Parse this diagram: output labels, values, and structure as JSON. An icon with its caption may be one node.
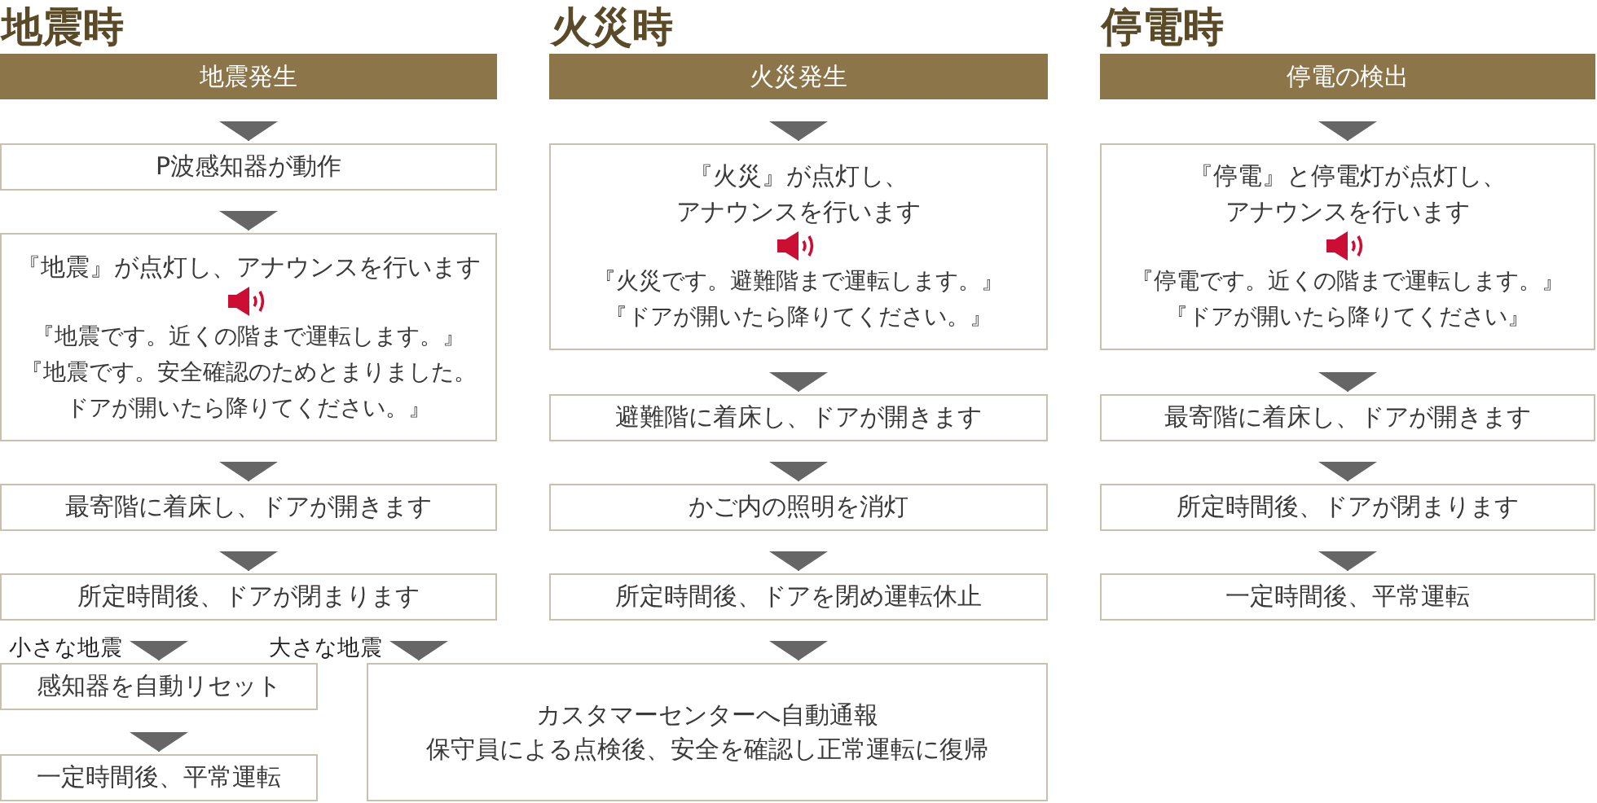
{
  "diagram": {
    "nodes": [
      {
        "text": [
          "地震発生"
        ]
      },
      {
        "text": [
          "P波感知器が動作"
        ]
      },
      {
        "text": [
          "『地震』が点灯し、アナウンスを行います",
          "『地震です。近くの階まで運転します。』",
          "『地震です。安全確認のためとまりました。ドアが開いたら降りてください。』"
        ]
      },
      {
        "text": [
          "最寄階に着床し、ドアが開きます"
        ]
      },
      {
        "text": [
          "所定時間後、ドアが閉まります"
        ]
      },
      {
        "text": [
          "感知器を自動リセット"
        ]
      },
      {
        "text": [
          "一定時間後、平常運転"
        ]
      },
      {
        "text": [
          "カスタマーセンターへ自動通報",
          "保守員による点検後、安全を確認し正常運転に復帰"
        ]
      },
      {
        "text": [
          "火災発生"
        ]
      },
      {
        "text": [
          "『火災』が点灯し、アナウンスを行います",
          "『火災です。避難階まで運転します。』",
          "『ドアが開いたら降りてください。』"
        ]
      },
      {
        "text": [
          "避難階に着床し、ドアが開きます"
        ]
      },
      {
        "text": [
          "かご内の照明を消灯"
        ]
      },
      {
        "text": [
          "所定時間後、ドアを閉め運転休止"
        ]
      },
      {
        "text": [
          "停電の検出"
        ]
      },
      {
        "text": [
          "『停電』と停電灯が点灯し、アナウンスを行います",
          "『停電です。近くの階まで運転します。』",
          "『ドアが開いたら降りてください』"
        ]
      },
      {
        "text": [
          "最寄階に着床し、ドアが開きます"
        ]
      },
      {
        "text": [
          "所定時間後、ドアが閉まります"
        ]
      },
      {
        "text": [
          "一定時間後、平常運転"
        ]
      }
    ],
    "edges": [
      {
        "from": 0,
        "to": 1,
        "arrow": "to"
      },
      {
        "from": 1,
        "to": 2,
        "arrow": "to"
      },
      {
        "from": 2,
        "to": 3,
        "arrow": "to"
      },
      {
        "from": 3,
        "to": 4,
        "arrow": "to"
      },
      {
        "from": 4,
        "to": 5,
        "arrow": "to",
        "label": "小さな地震"
      },
      {
        "from": 4,
        "to": 7,
        "arrow": "to",
        "label": "大さな地震"
      },
      {
        "from": 5,
        "to": 6,
        "arrow": "to"
      },
      {
        "from": 8,
        "to": 9,
        "arrow": "to"
      },
      {
        "from": 9,
        "to": 10,
        "arrow": "to"
      },
      {
        "from": 10,
        "to": 11,
        "arrow": "to"
      },
      {
        "from": 11,
        "to": 12,
        "arrow": "to"
      },
      {
        "from": 12,
        "to": 7,
        "arrow": "to"
      },
      {
        "from": 13,
        "to": 14,
        "arrow": "to"
      },
      {
        "from": 14,
        "to": 15,
        "arrow": "to"
      },
      {
        "from": 15,
        "to": 16,
        "arrow": "to"
      },
      {
        "from": 16,
        "to": 17,
        "arrow": "to"
      }
    ],
    "labels": [
      "地震時",
      "火災時",
      "停電時"
    ]
  }
}
